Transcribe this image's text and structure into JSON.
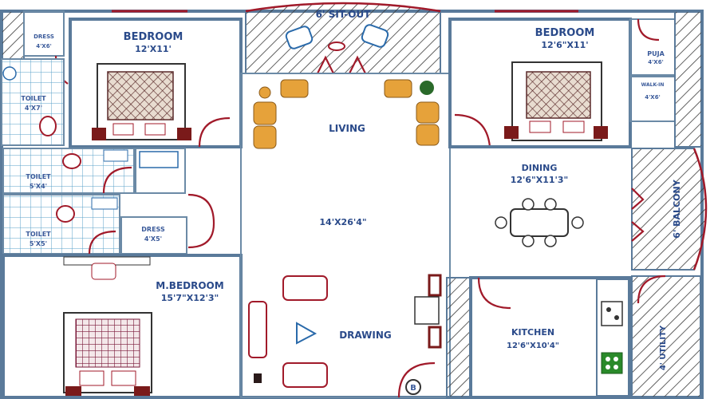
{
  "rooms": {
    "sitout": "6' SIT-OUT",
    "bedroom1": {
      "name": "BEDROOM",
      "size": "12'X11'"
    },
    "bedroom2": {
      "name": "BEDROOM",
      "size": "12'6\"X11'"
    },
    "dress1": {
      "name": "DRESS",
      "size": "4'X6'"
    },
    "toilet1": {
      "name": "TOILET",
      "size": "4'X7'"
    },
    "toilet2": {
      "name": "TOILET",
      "size": "5'X4'"
    },
    "toilet3": {
      "name": "TOILET",
      "size": "5'X5'"
    },
    "dress2": {
      "name": "DRESS",
      "size": "4'X5'"
    },
    "living": "LIVING",
    "hall_size": "14'X26'4\"",
    "dining": {
      "name": "DINING",
      "size": "12'6\"X11'3\""
    },
    "puja": {
      "name": "PUJA",
      "size": "4'X6'"
    },
    "walkin": {
      "name": "WALK-IN",
      "size": "4'X6'"
    },
    "balcony": "6' BALCONY",
    "mbedroom": {
      "name": "M.BEDROOM",
      "size": "15'7\"X12'3\""
    },
    "drawing": "DRAWING",
    "kitchen": {
      "name": "KITCHEN",
      "size": "12'6\"X10'4\""
    },
    "utility": "4' UTILITY",
    "entry_mark": "B"
  }
}
